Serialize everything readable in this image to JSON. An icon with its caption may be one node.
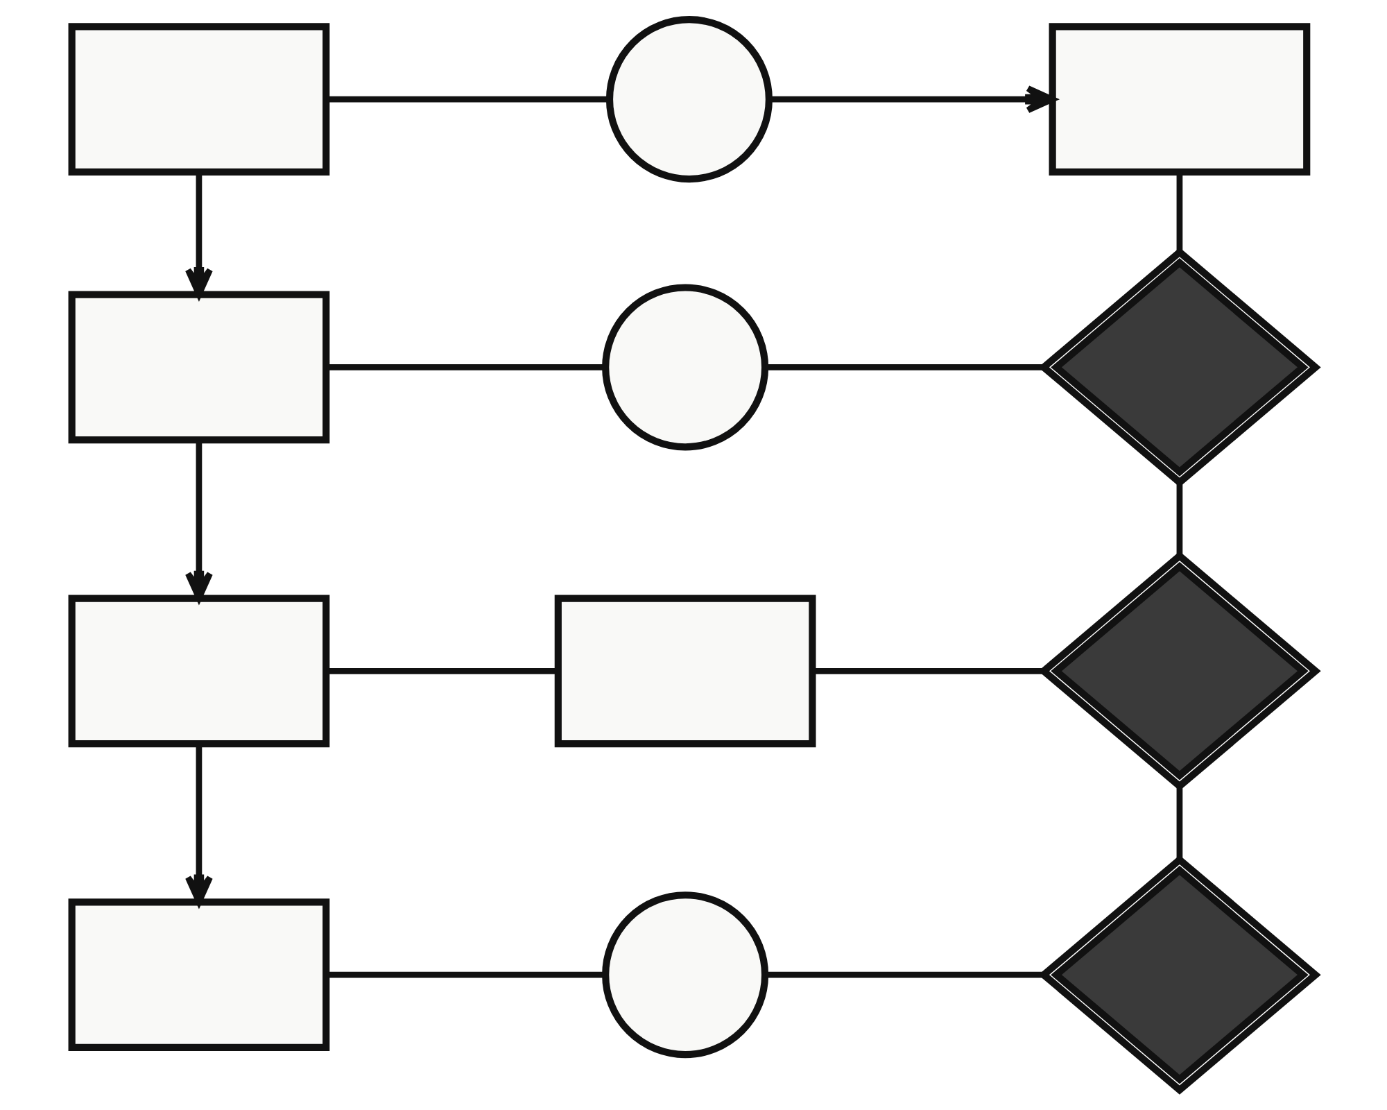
{
  "diagram": {
    "nodes": [
      {
        "text": [],
        "shape": "box"
      },
      {
        "text": [],
        "shape": "circle"
      },
      {
        "text": [],
        "shape": "box"
      },
      {
        "text": [],
        "shape": "box"
      },
      {
        "text": [],
        "shape": "circle"
      },
      {
        "text": [],
        "shape": "diamond"
      },
      {
        "text": [],
        "shape": "box"
      },
      {
        "text": [],
        "shape": "box"
      },
      {
        "text": [],
        "shape": "diamond"
      },
      {
        "text": [],
        "shape": "box"
      },
      {
        "text": [],
        "shape": "circle"
      },
      {
        "text": [],
        "shape": "diamond"
      }
    ],
    "edges": [
      {
        "from": 0,
        "to": 1,
        "arrow": "none"
      },
      {
        "from": 1,
        "to": 2,
        "arrow": "to"
      },
      {
        "from": 0,
        "to": 3,
        "arrow": "to"
      },
      {
        "from": 2,
        "to": 5,
        "arrow": "none"
      },
      {
        "from": 3,
        "to": 4,
        "arrow": "none"
      },
      {
        "from": 4,
        "to": 5,
        "arrow": "none"
      },
      {
        "from": 3,
        "to": 6,
        "arrow": "to"
      },
      {
        "from": 5,
        "to": 8,
        "arrow": "none"
      },
      {
        "from": 6,
        "to": 7,
        "arrow": "none"
      },
      {
        "from": 7,
        "to": 8,
        "arrow": "none"
      },
      {
        "from": 6,
        "to": 9,
        "arrow": "to"
      },
      {
        "from": 8,
        "to": 11,
        "arrow": "none"
      },
      {
        "from": 9,
        "to": 10,
        "arrow": "none"
      },
      {
        "from": 10,
        "to": 11,
        "arrow": "none"
      }
    ]
  }
}
